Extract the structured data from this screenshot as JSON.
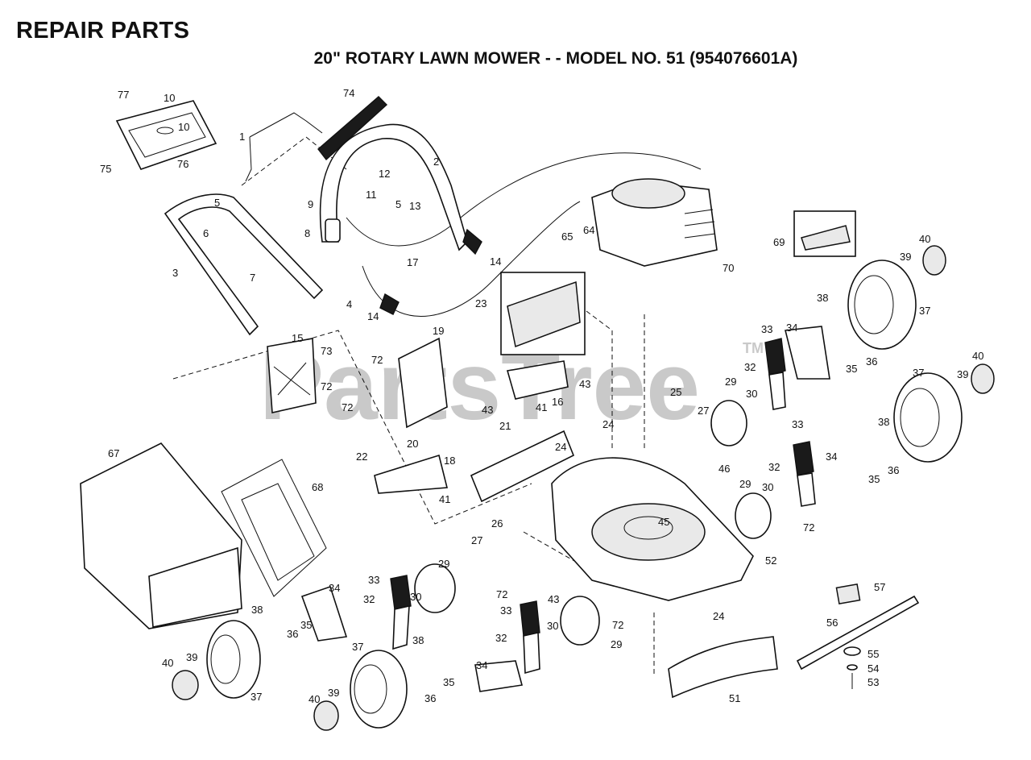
{
  "header": {
    "title": "REPAIR PARTS",
    "subtitle": "20\" ROTARY LAWN MOWER - - MODEL NO. 51 (954076601A)"
  },
  "watermark": {
    "text": "PartsTree",
    "mark": "TM"
  },
  "callouts": {
    "c77": "77",
    "c10a": "10",
    "c10b": "10",
    "c75": "75",
    "c76": "76",
    "c1": "1",
    "c74": "74",
    "c2": "2",
    "c12": "12",
    "c11": "11",
    "c5a": "5",
    "c13": "13",
    "c9": "9",
    "c5b": "5",
    "c6": "6",
    "c8": "8",
    "c17": "17",
    "c3": "3",
    "c7": "7",
    "c4": "4",
    "c14a": "14",
    "c14b": "14",
    "c15": "15",
    "c65": "65",
    "c64": "64",
    "c70": "70",
    "c69": "69",
    "c40a": "40",
    "c39a": "39",
    "c37a": "37",
    "c38a": "38",
    "c33a": "33",
    "c34a": "34",
    "c36a": "36",
    "c35a": "35",
    "c32a": "32",
    "c40b": "40",
    "c39b": "39",
    "c37b": "37",
    "c38b": "38",
    "c36b": "36",
    "c35b": "35",
    "c33b": "33",
    "c34b": "34",
    "c32b": "32",
    "c23": "23",
    "c19": "19",
    "c73": "73",
    "c72a": "72",
    "c72b": "72",
    "c72c": "72",
    "c43a": "43",
    "c43b": "43",
    "c16": "16",
    "c41a": "41",
    "c20": "20",
    "c25": "25",
    "c29a": "29",
    "c30a": "30",
    "c27a": "27",
    "c24a": "24",
    "c24b": "24",
    "c46": "46",
    "c21": "21",
    "c22": "22",
    "c18": "18",
    "c41b": "41",
    "c29b": "29",
    "c30b": "30",
    "c72d": "72",
    "c45": "45",
    "c52": "52",
    "c26": "26",
    "c27b": "27",
    "c67": "67",
    "c68": "68",
    "c29c": "29",
    "c33c": "33",
    "c32c": "32",
    "c30c": "30",
    "c72e": "72",
    "c43c": "43",
    "c33d": "33",
    "c32d": "32",
    "c30d": "30",
    "c29d": "29",
    "c72f": "72",
    "c24c": "24",
    "c57": "57",
    "c56": "56",
    "c55": "55",
    "c54": "54",
    "c53": "53",
    "c51": "51",
    "c34c": "34",
    "c38c": "38",
    "c35c": "35",
    "c36c": "36",
    "c40c": "40",
    "c39c": "39",
    "c37c": "37",
    "c37d": "37",
    "c38d": "38",
    "c34d": "34",
    "c35d": "35",
    "c36d": "36",
    "c40d": "40",
    "c39d": "39"
  }
}
